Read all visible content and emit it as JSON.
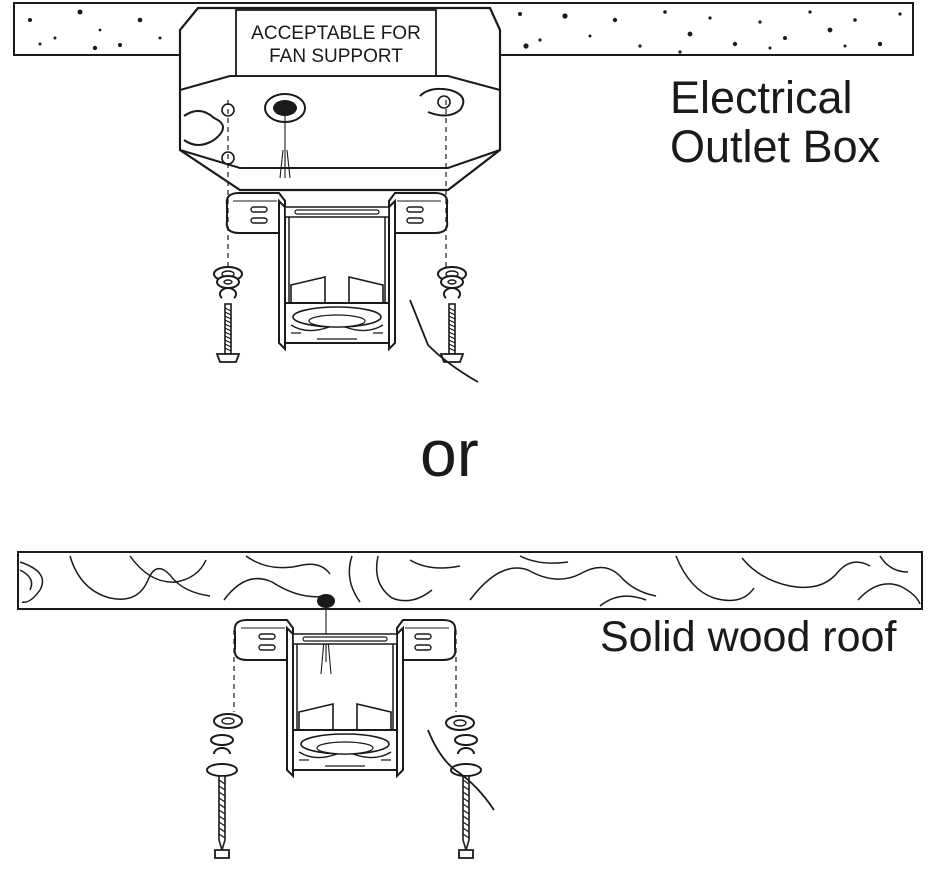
{
  "box_text": {
    "line1": "ACCEPTABLE FOR",
    "line2": "FAN SUPPORT"
  },
  "labels": {
    "outlet_line1": "Electrical",
    "outlet_line2": "Outlet Box",
    "separator": "or",
    "wood": "Solid wood roof"
  },
  "colors": {
    "stroke": "#1a1a1a",
    "background": "#ffffff"
  }
}
